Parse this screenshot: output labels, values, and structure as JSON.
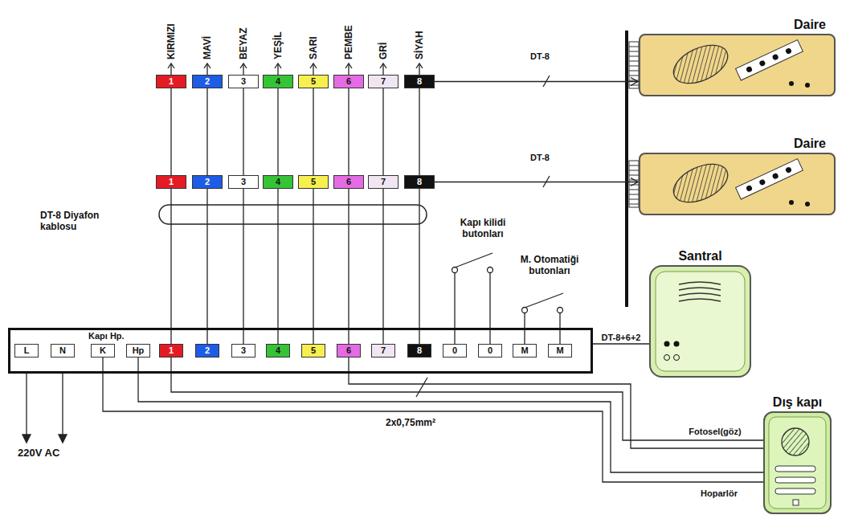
{
  "diagram": {
    "nodes": [
      {
        "text": [
          "1"
        ]
      },
      {
        "text": [
          "2"
        ]
      },
      {
        "text": [
          "3"
        ]
      },
      {
        "text": [
          "4"
        ]
      },
      {
        "text": [
          "5"
        ]
      },
      {
        "text": [
          "6"
        ]
      },
      {
        "text": [
          "7"
        ]
      },
      {
        "text": [
          "8"
        ]
      },
      {
        "text": [
          "Daire"
        ]
      },
      {
        "text": [
          "1"
        ]
      },
      {
        "text": [
          "2"
        ]
      },
      {
        "text": [
          "3"
        ]
      },
      {
        "text": [
          "4"
        ]
      },
      {
        "text": [
          "5"
        ]
      },
      {
        "text": [
          "6"
        ]
      },
      {
        "text": [
          "7"
        ]
      },
      {
        "text": [
          "8"
        ]
      },
      {
        "text": [
          "Daire"
        ]
      },
      {
        "text": [
          "Kapı Hp."
        ]
      },
      {
        "text": [
          "L"
        ],
        "in": 18
      },
      {
        "text": [
          "N"
        ],
        "in": 18
      },
      {
        "text": [
          "K"
        ],
        "in": 18
      },
      {
        "text": [
          "Hp"
        ],
        "in": 18
      },
      {
        "text": [
          "1"
        ],
        "in": 18
      },
      {
        "text": [
          "2"
        ],
        "in": 18
      },
      {
        "text": [
          "3"
        ],
        "in": 18
      },
      {
        "text": [
          "4"
        ],
        "in": 18
      },
      {
        "text": [
          "5"
        ],
        "in": 18
      },
      {
        "text": [
          "6"
        ],
        "in": 18
      },
      {
        "text": [
          "7"
        ],
        "in": 18
      },
      {
        "text": [
          "8"
        ],
        "in": 18
      },
      {
        "text": [
          "0"
        ],
        "in": 18
      },
      {
        "text": [
          "0"
        ],
        "in": 18
      },
      {
        "text": [
          "M"
        ],
        "in": 18
      },
      {
        "text": [
          "M"
        ],
        "in": 18
      },
      {
        "text": [
          "Santral"
        ]
      },
      {
        "text": [
          "Dış kapı"
        ]
      }
    ],
    "edges": [
      {
        "from": 23,
        "to": 9,
        "arrow": "none"
      },
      {
        "from": 24,
        "to": 10,
        "arrow": "none"
      },
      {
        "from": 25,
        "to": 11,
        "arrow": "none"
      },
      {
        "from": 26,
        "to": 12,
        "arrow": "none"
      },
      {
        "from": 27,
        "to": 13,
        "arrow": "none"
      },
      {
        "from": 28,
        "to": 14,
        "arrow": "none"
      },
      {
        "from": 29,
        "to": 15,
        "arrow": "none"
      },
      {
        "from": 30,
        "to": 16,
        "arrow": "none"
      },
      {
        "from": 9,
        "to": 0,
        "arrow": "none"
      },
      {
        "from": 10,
        "to": 1,
        "arrow": "none"
      },
      {
        "from": 11,
        "to": 2,
        "arrow": "none"
      },
      {
        "from": 12,
        "to": 3,
        "arrow": "none"
      },
      {
        "from": 13,
        "to": 4,
        "arrow": "none"
      },
      {
        "from": 14,
        "to": 5,
        "arrow": "none"
      },
      {
        "from": 15,
        "to": 6,
        "arrow": "none"
      },
      {
        "from": 16,
        "to": 7,
        "arrow": "none"
      },
      {
        "from": 7,
        "to": 8,
        "label": "DT-8",
        "arrow": "to"
      },
      {
        "from": 16,
        "to": 17,
        "label": "DT-8",
        "arrow": "to"
      },
      {
        "from": 18,
        "to": 35,
        "label": "DT-8+6+2",
        "arrow": "none"
      },
      {
        "from": 23,
        "to": 36,
        "label": "Fotosel(göz)",
        "arrow": "none"
      },
      {
        "from": 28,
        "to": 36,
        "arrow": "none"
      },
      {
        "from": 21,
        "to": 36,
        "label": "Hoparlör",
        "arrow": "none"
      },
      {
        "from": 22,
        "to": 36,
        "arrow": "none"
      }
    ],
    "labels": [
      "KIRMIZI",
      "MAVİ",
      "BEYAZ",
      "YEŞİL",
      "SARI",
      "PEMBE",
      "GRİ",
      "SİYAH",
      "DT-8 Diyafon kablosu",
      "Kapı kilidi butonları",
      "M. Otomatiği butonları",
      "220V AC",
      "2x0,75mm²"
    ]
  }
}
